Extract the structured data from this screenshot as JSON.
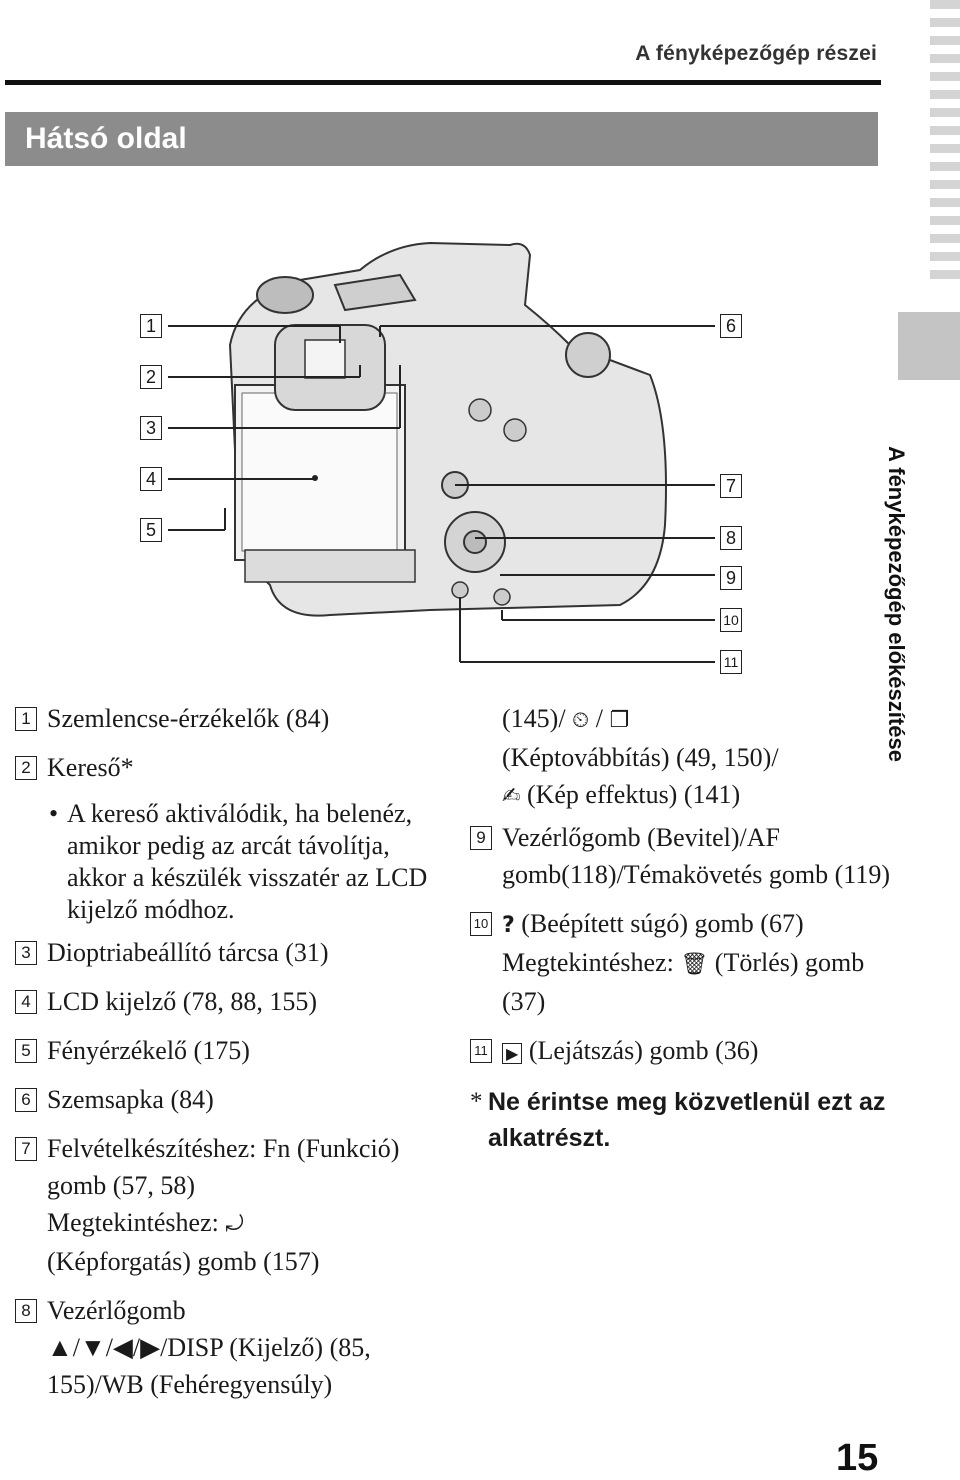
{
  "header": {
    "title": "A fényképezőgép részei"
  },
  "section": {
    "title": "Hátsó oldal"
  },
  "side_tab": {
    "label": "A fényképezőgép előkészítése"
  },
  "callouts": [
    "1",
    "2",
    "3",
    "4",
    "5",
    "6",
    "7",
    "8",
    "9",
    "10",
    "11"
  ],
  "left_items": [
    {
      "num": "1",
      "text": "Szemlencse-érzékelők (84)"
    },
    {
      "num": "2",
      "text": "Kereső*"
    },
    {
      "bullet": "A kereső aktiválódik, ha belenéz, amikor pedig az arcát távolítja, akkor a készülék visszatér az LCD kijelző módhoz."
    },
    {
      "num": "3",
      "text": "Dioptriabeállító tárcsa (31)"
    },
    {
      "num": "4",
      "text": "LCD kijelző (78, 88, 155)"
    },
    {
      "num": "5",
      "text": "Fényérzékelő (175)"
    },
    {
      "num": "6",
      "text": "Szemsapka (84)"
    },
    {
      "num": "7",
      "text": "Felvételkészítéshez: Fn (Funkció) gomb (57, 58)",
      "text2": "Megtekintéshez:",
      "text3": "(Képforgatás) gomb (157)"
    },
    {
      "num": "8",
      "text": "Vezérlőgomb",
      "text2": "▲/▼/◀/▶/DISP (Kijelző) (85, 155)/WB (Fehéregyensúly)"
    }
  ],
  "right_items": {
    "cont_1": "(145)/",
    "cont_2": "(Képtovábbítás) (49, 150)/",
    "cont_3": "(Kép effektus) (141)",
    "item9": {
      "num": "9",
      "text": "Vezérlőgomb (Bevitel)/AF gomb(118)/Témakövetés gomb (119)"
    },
    "item10": {
      "num": "10",
      "text": "(Beépített súgó) gomb (67)",
      "text2": "Megtekintéshez:",
      "text3": "(Törlés) gomb (37)"
    },
    "item11": {
      "num": "11",
      "text": "(Lejátszás) gomb (36)"
    }
  },
  "note": {
    "star": "*",
    "text": "Ne érintse meg közvetlenül ezt az alkatrészt."
  },
  "page_number": "15",
  "icons": [
    "self-timer-icon",
    "continuous-shot-icon",
    "picture-effect-icon",
    "help-icon",
    "trash-icon",
    "play-icon",
    "rotate-icon"
  ]
}
